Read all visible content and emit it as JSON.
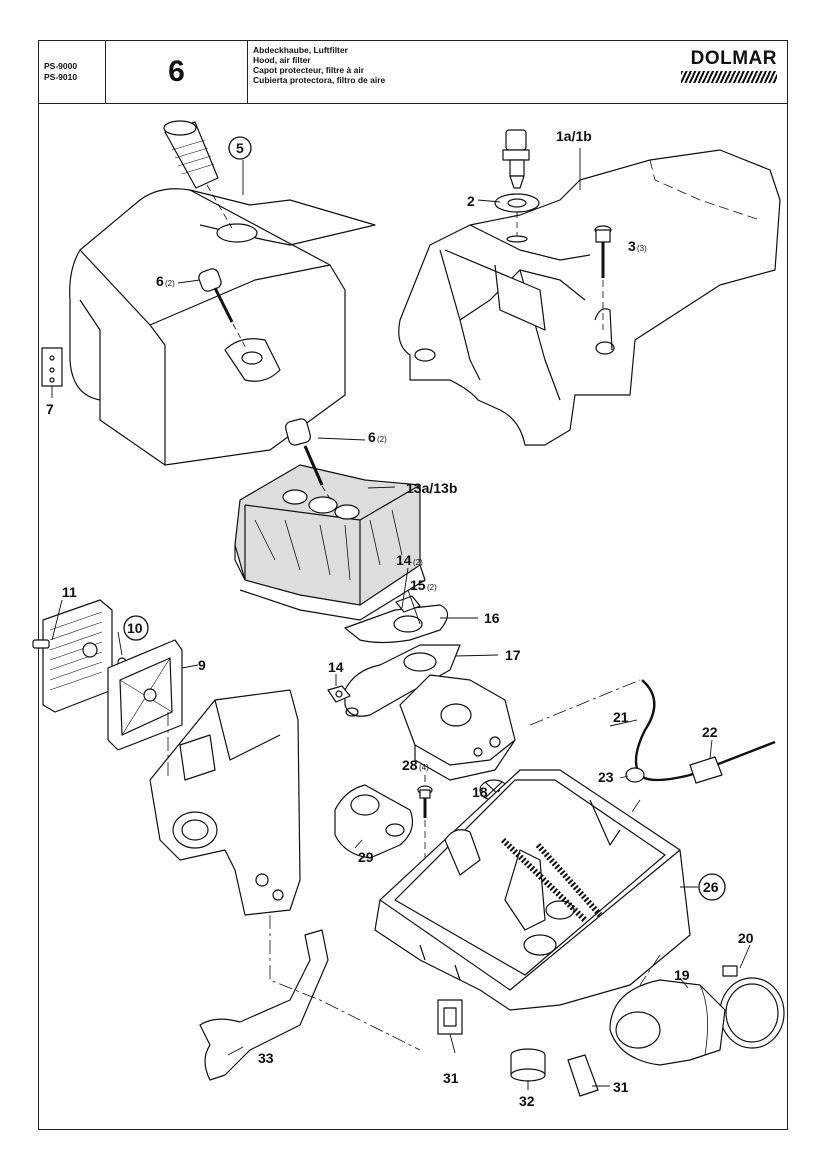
{
  "header": {
    "models": [
      "PS-9000",
      "PS-9010"
    ],
    "page_number": "6",
    "titles": [
      "Abdeckhaube, Luftfilter",
      "Hood, air filter",
      "Capot protecteur, filtre à air",
      "Cubierta protectora, filtro de aire"
    ],
    "brand": "DOLMAR"
  },
  "labels": {
    "p1a1b": "1a/1b",
    "p2": "2",
    "p3": "3",
    "p3q": "(3)",
    "p5": "5",
    "p6a": "6",
    "p6aq": "(2)",
    "p6b": "6",
    "p6bq": "(2)",
    "p7": "7",
    "p9": "9",
    "p10": "10",
    "p11": "11",
    "p13": "13a/13b",
    "p14a": "14",
    "p14aq": "(2)",
    "p14b": "14",
    "p15": "15",
    "p15q": "(2)",
    "p16": "16",
    "p17": "17",
    "p18": "18",
    "p19": "19",
    "p20": "20",
    "p21": "21",
    "p22": "22",
    "p23": "23",
    "p26": "26",
    "p28": "28",
    "p28q": "(4)",
    "p29": "29",
    "p31a": "31",
    "p31b": "31",
    "p32": "32",
    "p33": "33"
  }
}
